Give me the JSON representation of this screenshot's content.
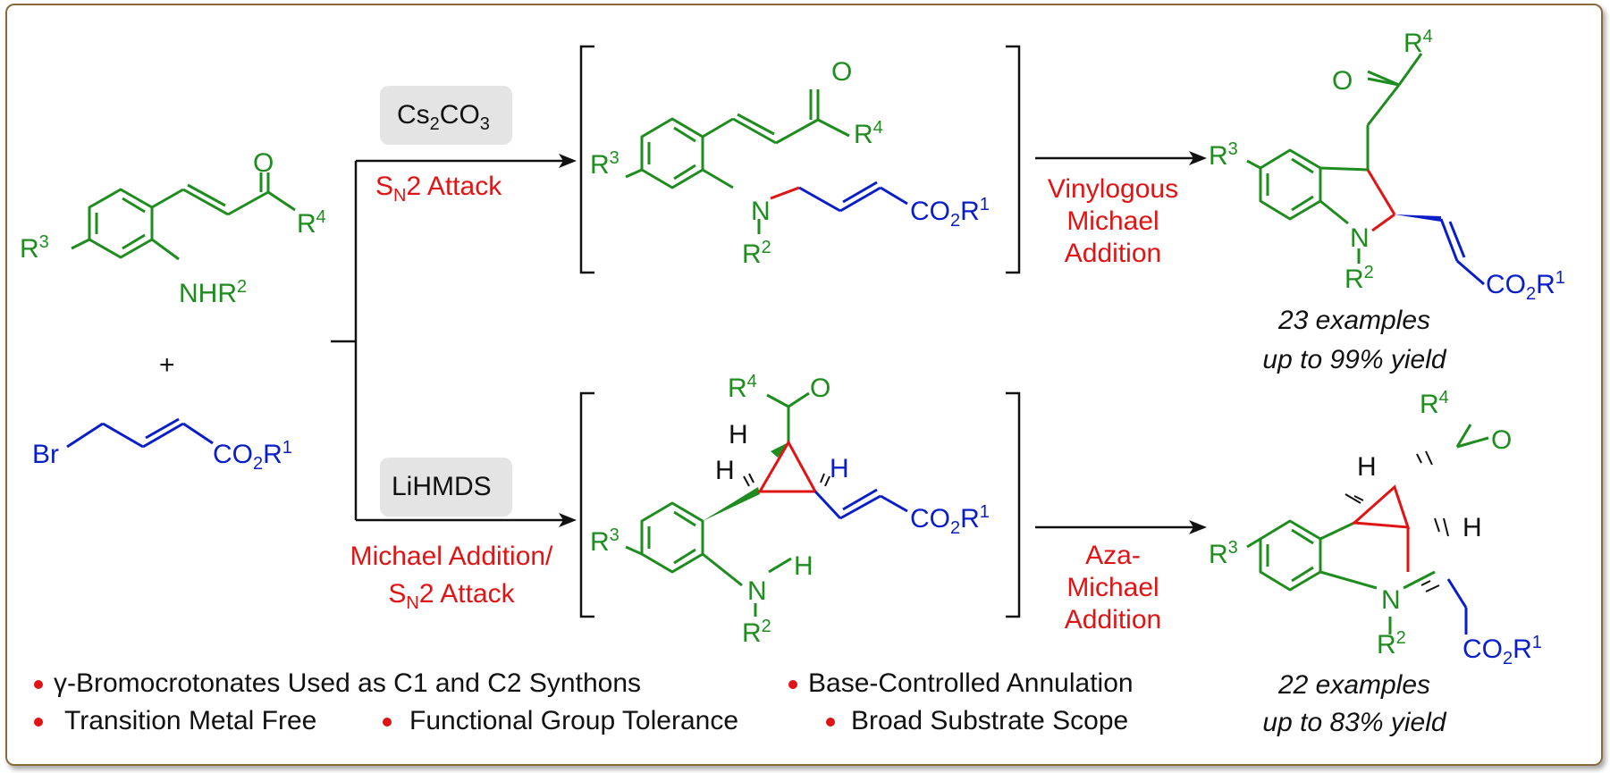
{
  "colors": {
    "frame_border": "#8a6a3c",
    "reactant_green": "#1e8c1e",
    "reagent_blue": "#0a1ec8",
    "bond_red": "#e01414",
    "arrow_black": "#111111",
    "reagent_box_fill": "#e4e4e4"
  },
  "starting_material": {
    "carbonyl_o": "O",
    "r4": "R",
    "r4_sup": "4",
    "r3": "R",
    "r3_sup": "3",
    "nhr2": "NHR",
    "nhr2_sup": "2",
    "plus": "+"
  },
  "crotonate": {
    "br": "Br",
    "co2r1_a": "CO",
    "co2r1_sub": "2",
    "co2r1_b": "R",
    "co2r1_sup": "1"
  },
  "top_path": {
    "reagent": "Cs",
    "reagent_sub1": "2",
    "reagent_mid": "CO",
    "reagent_sub2": "3",
    "step_a": "S",
    "step_a_sub": "N",
    "step_a_rest": "2 Attack",
    "step_b_line1": "Vinylogous",
    "step_b_line2": "Michael",
    "step_b_line3": "Addition",
    "intermediate": {
      "o": "O",
      "r4": "R",
      "r4_sup": "4",
      "r3": "R",
      "r3_sup": "3",
      "n": "N",
      "r2": "R",
      "r2_sup": "2",
      "co2r1_a": "CO",
      "co2r1_sub": "2",
      "co2r1_b": "R",
      "co2r1_sup": "1"
    },
    "product": {
      "o": "O",
      "r4": "R",
      "r4_sup": "4",
      "r3": "R",
      "r3_sup": "3",
      "n": "N",
      "r2": "R",
      "r2_sup": "2",
      "co2r1_a": "CO",
      "co2r1_sub": "2",
      "co2r1_b": "R",
      "co2r1_sup": "1"
    },
    "examples": "23 examples",
    "yield": "up to 99% yield"
  },
  "bottom_path": {
    "reagent": "LiHMDS",
    "step_a_line1": "Michael Addition/",
    "step_a_line2": "S",
    "step_a_line2_sub": "N",
    "step_a_line2_rest": "2 Attack",
    "step_b_line1": "Aza-",
    "step_b_line2": "Michael",
    "step_b_line3": "Addition",
    "intermediate": {
      "r4": "R",
      "r4_sup": "4",
      "o": "O",
      "h1": "H",
      "h2": "H",
      "h3": "H",
      "r3": "R",
      "r3_sup": "3",
      "n": "N",
      "nh": "H",
      "r2": "R",
      "r2_sup": "2",
      "co2r1_a": "CO",
      "co2r1_sub": "2",
      "co2r1_b": "R",
      "co2r1_sup": "1"
    },
    "product": {
      "r4": "R",
      "r4_sup": "4",
      "o": "O",
      "h1": "H",
      "h2": "H",
      "r3": "R",
      "r3_sup": "3",
      "n": "N",
      "r2": "R",
      "r2_sup": "2",
      "co2r1_a": "CO",
      "co2r1_sub": "2",
      "co2r1_b": "R",
      "co2r1_sup": "1"
    },
    "examples": "22 examples",
    "yield": "up to 83% yield"
  },
  "highlights": {
    "line1_a": "γ-Bromocrotonates Used as C1 and C2 Synthons",
    "line1_b": "Base-Controlled Annulation",
    "line2_a": "Transition Metal Free",
    "line2_b": "Functional Group Tolerance",
    "line2_c": "Broad Substrate Scope"
  }
}
